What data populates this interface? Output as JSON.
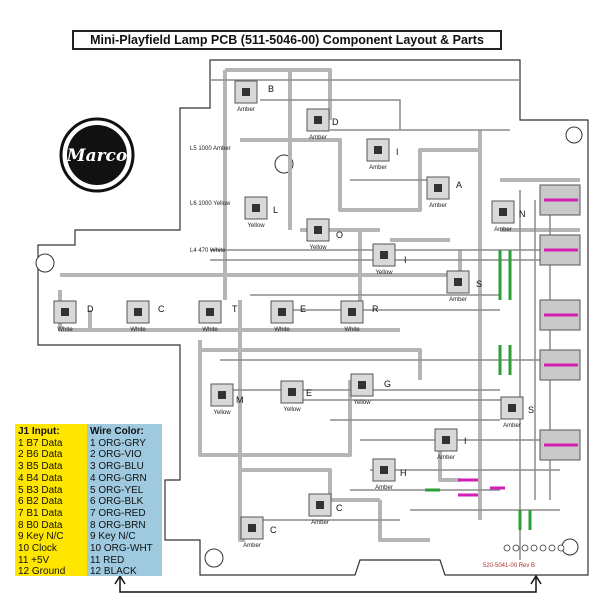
{
  "title": "Mini-Playfield Lamp PCB (511-5046-00) Component Layout & Parts",
  "logo_text": "Marco",
  "part_number": "520-5041-00  Rev B",
  "lamp_labels": [
    "B",
    "D",
    "I",
    "A",
    "N",
    "L",
    "O",
    "I",
    "S",
    "D",
    "C",
    "T",
    "E",
    "R",
    "M",
    "E",
    "G",
    "S",
    "I",
    "H",
    "C"
  ],
  "color_labels": {
    "amber": "Amber",
    "yellow": "Yellow",
    "white": "White"
  },
  "side_notes": [
    "L5 1000 Amber",
    "L6 1000 Yellow",
    "L4 470 White"
  ],
  "j1_input": {
    "header": "J1 Input:",
    "rows": [
      "1 B7 Data",
      "2 B6 Data",
      "3 B5 Data",
      "4 B4 Data",
      "5 B3 Data",
      "6 B2 Data",
      "7 B1 Data",
      "8 B0 Data",
      "9 Key N/C",
      "10 Clock",
      "11 +5V",
      "12 Ground"
    ]
  },
  "wire_color": {
    "header": "Wire Color:",
    "rows": [
      "1 ORG-GRY",
      "2 ORG-VIO",
      "3 ORG-BLU",
      "4 ORG-GRN",
      "5 ORG-YEL",
      "6 ORG-BLK",
      "7 ORG-RED",
      "8 ORG-BRN",
      "9 Key N/C",
      "10 ORG-WHT",
      "11 RED",
      "12 BLACK"
    ]
  },
  "colors": {
    "board_outline": "#333333",
    "trace": "#b5b5b5",
    "trace_dark": "#9a9a9a",
    "j1_bg": "#ffe600",
    "wire_bg": "#9ec9de",
    "magenta": "#d21fb4",
    "green": "#2e9e3a"
  }
}
